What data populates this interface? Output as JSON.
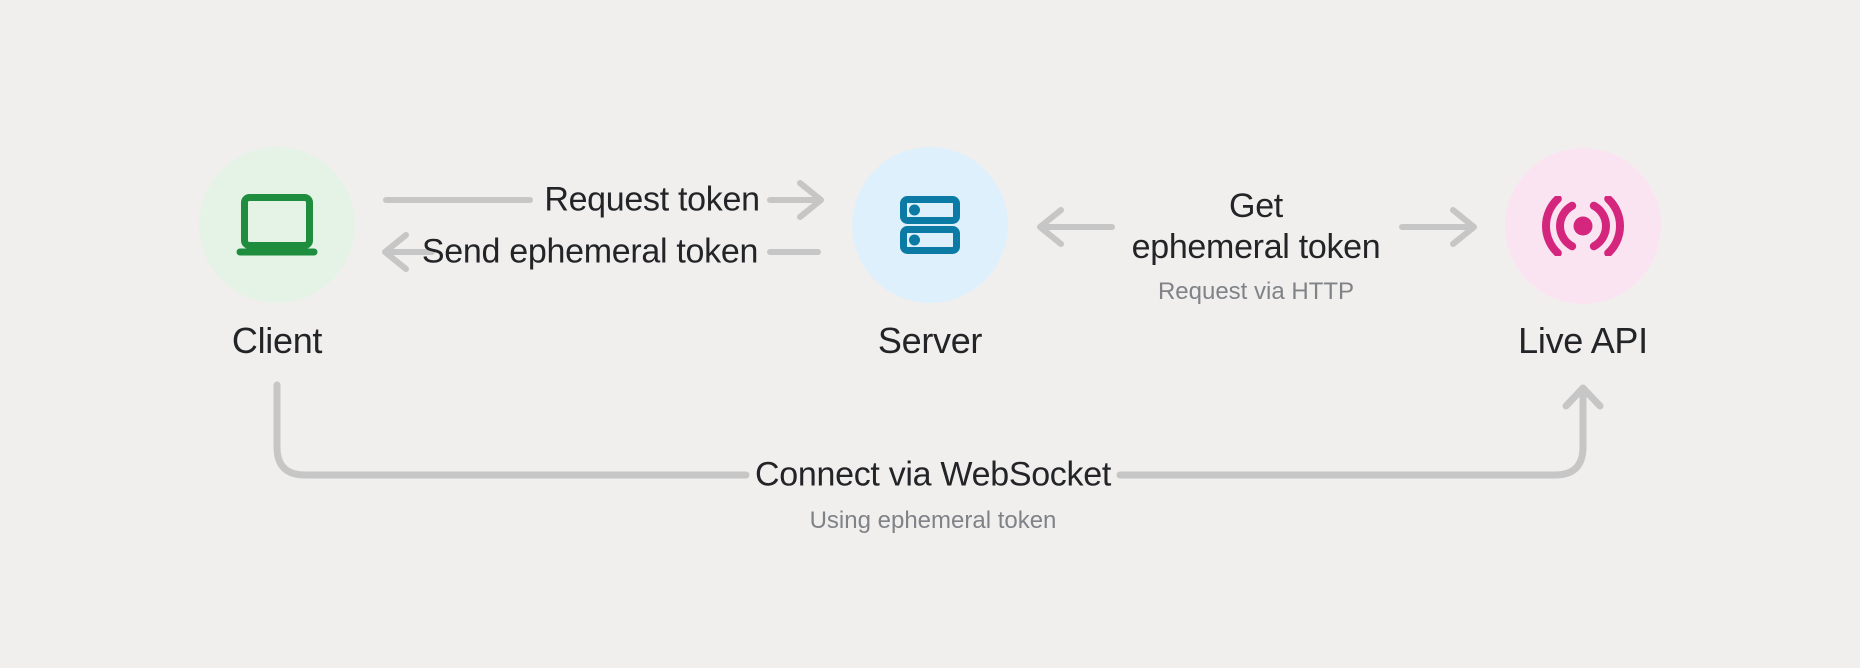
{
  "title": "Ephemeral token flow diagram",
  "colors": {
    "bg": "#f1efed",
    "line": "#c5c6c5",
    "text-dark": "#222427",
    "text-gray": "#7f8388",
    "green": "#1e8e3e",
    "green-bg": "#e4f3e6",
    "blue": "#0b7ba6",
    "blue-bg": "#def0fb",
    "pink": "#d5267e",
    "pink-bg": "#fbe4f1"
  },
  "nodes": [
    {
      "id": "client",
      "label": "Client",
      "icon": "laptop-icon"
    },
    {
      "id": "server",
      "label": "Server",
      "icon": "server-icon"
    },
    {
      "id": "live-api",
      "label": "Live API",
      "icon": "broadcast-icon"
    }
  ],
  "edges": {
    "request_token": {
      "from": "Client",
      "to": "Server",
      "label": "Request token"
    },
    "send_ephemeral_token": {
      "from": "Server",
      "to": "Client",
      "label": "Send ephemeral token"
    },
    "get_ephemeral_token": {
      "from": "Server",
      "to": "Live API",
      "label_line1": "Get",
      "label_line2": "ephemeral token",
      "sublabel": "Request via HTTP"
    },
    "connect_websocket": {
      "from": "Client",
      "to": "Live API",
      "label": "Connect via WebSocket",
      "sublabel": "Using ephemeral token"
    }
  }
}
